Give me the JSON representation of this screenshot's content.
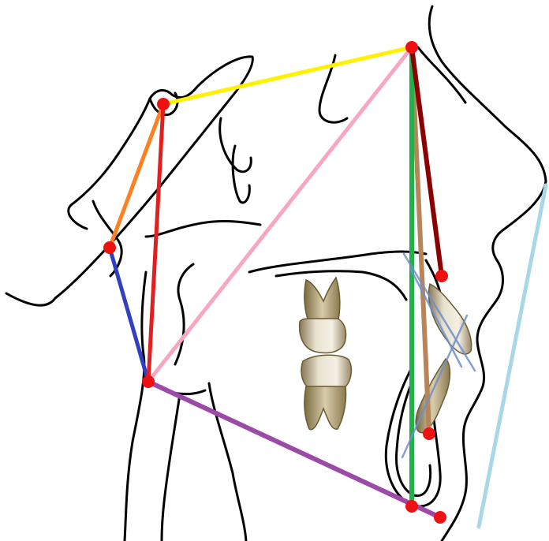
{
  "diagram": {
    "kind": "cephalometric tracing",
    "background_color": "#ffffff",
    "outline_color": "#000000",
    "landmark_color": "#ee1111",
    "measurement_lines": [
      {
        "name": "sella-nasion",
        "color": "#fff200"
      },
      {
        "name": "sella-porion",
        "color": "#ff8020"
      },
      {
        "name": "sella-gonion",
        "color": "#e02020"
      },
      {
        "name": "porion-gonion",
        "color": "#3040c0"
      },
      {
        "name": "nasion-gonion",
        "color": "#f7a8c0"
      },
      {
        "name": "nasion-menton",
        "color": "#22b04a"
      },
      {
        "name": "nasion-lower-incisor",
        "color": "#b8845a"
      },
      {
        "name": "nasion-upper-lip",
        "color": "#8b0000"
      },
      {
        "name": "gonion-menton",
        "color": "#9b4aa8"
      },
      {
        "name": "e-line",
        "color": "#a8d8e8"
      },
      {
        "name": "incisor-axes",
        "color": "#7090c8"
      }
    ],
    "icons": [
      "molar-tooth-icon",
      "incisor-tooth-icon"
    ]
  }
}
